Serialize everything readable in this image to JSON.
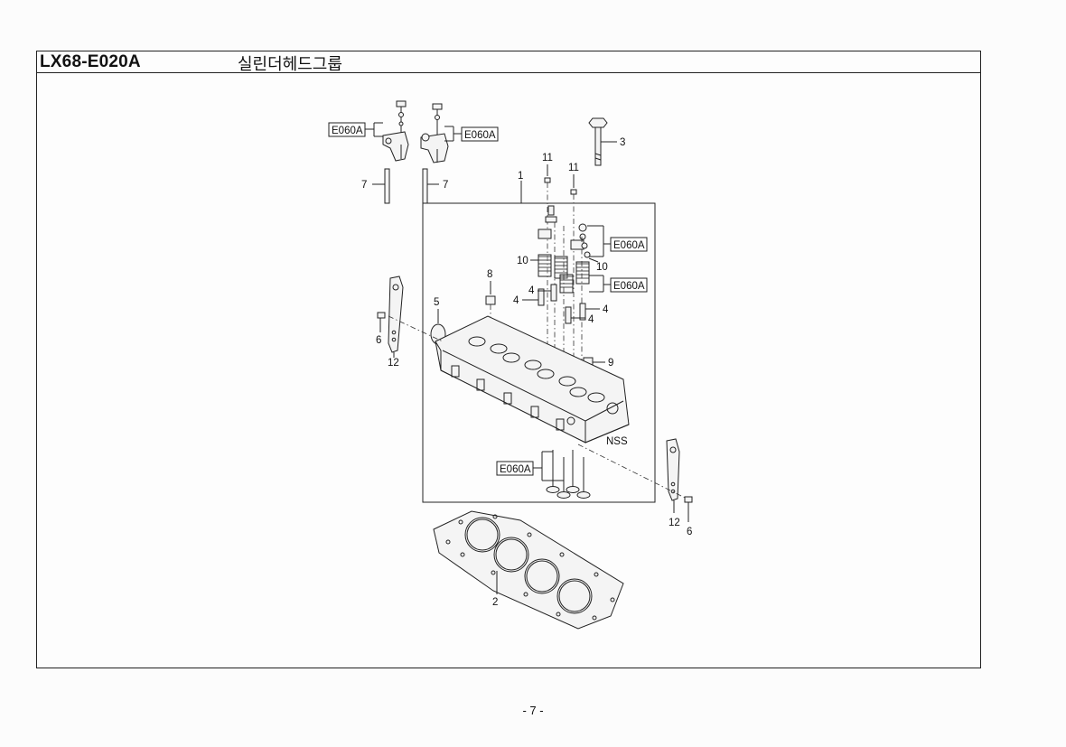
{
  "header": {
    "part_code": "LX68-E020A",
    "group_title": "실린더헤드그룹"
  },
  "callouts": {
    "n1": "1",
    "n2": "2",
    "n3": "3",
    "n4a": "4",
    "n4b": "4",
    "n4c": "4",
    "n4d": "4",
    "n5": "5",
    "n6a": "6",
    "n6b": "6",
    "n7a": "7",
    "n7b": "7",
    "n8": "8",
    "n9": "9",
    "n10a": "10",
    "n10b": "10",
    "n11a": "11",
    "n11b": "11",
    "n12a": "12",
    "n12b": "12",
    "nss": "NSS"
  },
  "references": {
    "r1": "E060A",
    "r2": "E060A",
    "r3": "E060A",
    "r4": "E060A",
    "r5": "E060A"
  },
  "footer": {
    "page_number": "- 7 -"
  }
}
